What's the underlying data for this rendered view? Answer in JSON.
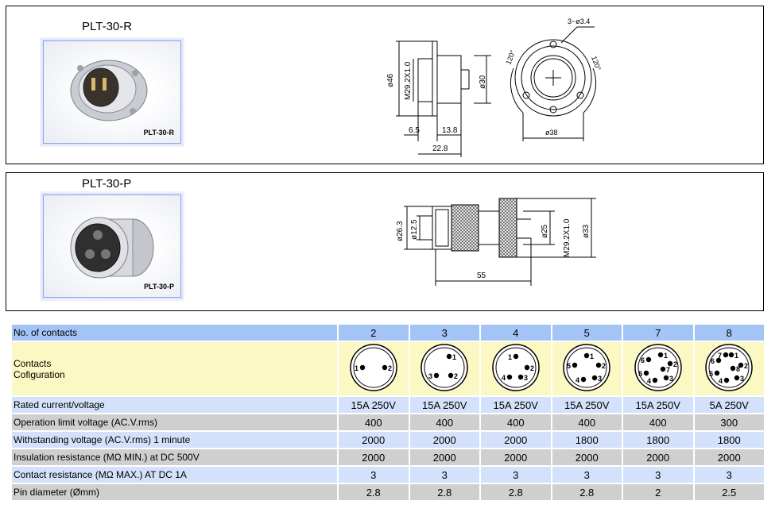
{
  "product_r": {
    "title": "PLT-30-R",
    "photo_label": "PLT-30-R",
    "dims": {
      "d46": "ø46",
      "thread": "M29.2X1.0",
      "d30": "ø30",
      "d6_5": "6.5",
      "d13_8": "13.8",
      "d22_8": "22.8",
      "holes": "3−ø3.4",
      "ang1": "120°",
      "ang2": "120°",
      "d38": "ø38"
    }
  },
  "product_p": {
    "title": "PLT-30-P",
    "photo_label": "PLT-30-P",
    "dims": {
      "d26_3": "ø26.3",
      "d12_5": "ø12.5",
      "d25": "ø25",
      "thread": "M29.2X1.0",
      "d33": "ø33",
      "len55": "55"
    }
  },
  "table": {
    "header_label": "No. of contacts",
    "columns": [
      "2",
      "3",
      "4",
      "5",
      "7",
      "8"
    ],
    "config_label_1": "Contacts",
    "config_label_2": "Cofiguration",
    "pin_labels": [
      [
        "1",
        "2"
      ],
      [
        "1",
        "2",
        "3"
      ],
      [
        "1",
        "2",
        "3",
        "4"
      ],
      [
        "1",
        "2",
        "3",
        "4",
        "5"
      ],
      [
        "1",
        "2",
        "3",
        "4",
        "5",
        "6",
        "7"
      ],
      [
        "1",
        "2",
        "3",
        "4",
        "5",
        "6",
        "7",
        "8"
      ]
    ],
    "rows": [
      {
        "label": "Rated current/voltage",
        "values": [
          "15A 250V",
          "15A 250V",
          "15A 250V",
          "15A 250V",
          "15A 250V",
          "5A 250V"
        ]
      },
      {
        "label": "Operation limit voltage (AC.V.rms)",
        "values": [
          "400",
          "400",
          "400",
          "400",
          "400",
          "300"
        ]
      },
      {
        "label": "Withstanding voltage (AC.V.rms) 1 minute",
        "values": [
          "2000",
          "2000",
          "2000",
          "1800",
          "1800",
          "1800"
        ]
      },
      {
        "label": "Insulation resistance (MΩ MIN.) at DC 500V",
        "values": [
          "2000",
          "2000",
          "2000",
          "2000",
          "2000",
          "2000"
        ]
      },
      {
        "label": "Contact resistance (MΩ MAX.) AT DC 1A",
        "values": [
          "3",
          "3",
          "3",
          "3",
          "3",
          "3"
        ]
      },
      {
        "label": "Pin diameter (Ømm)",
        "values": [
          "2.8",
          "2.8",
          "2.8",
          "2.8",
          "2",
          "2.5"
        ]
      }
    ]
  }
}
